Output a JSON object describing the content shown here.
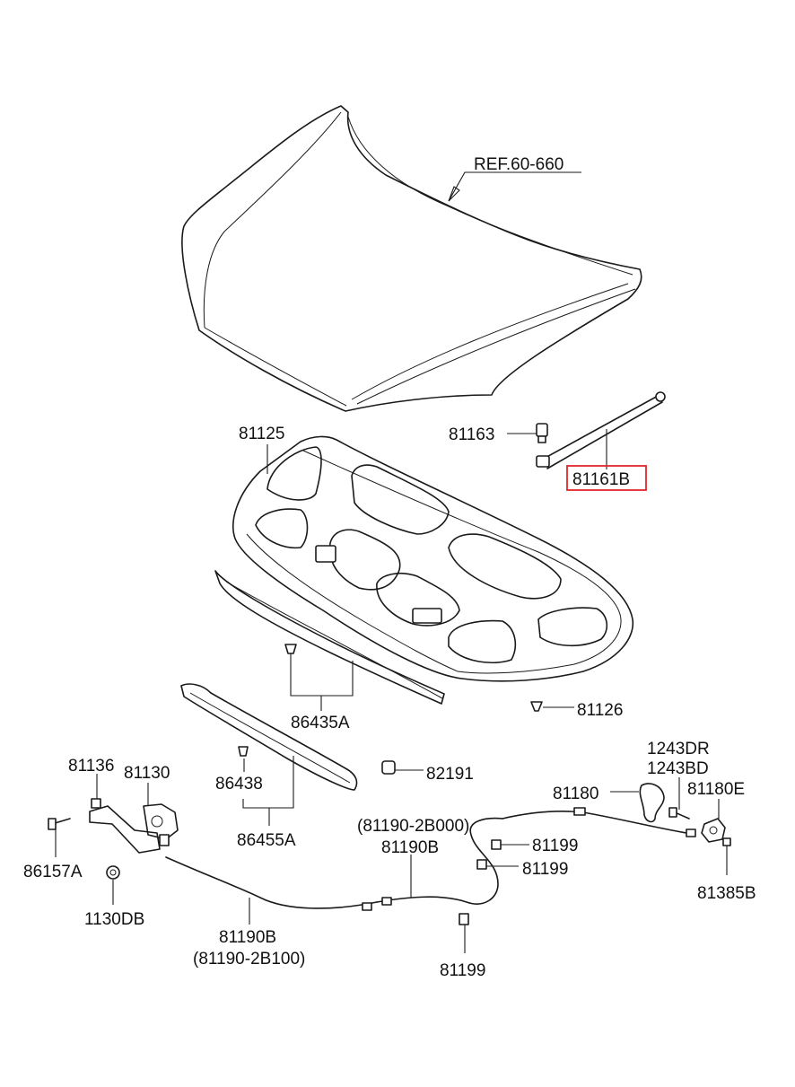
{
  "colors": {
    "line": "#1a1a1a",
    "highlight": "#e0262b",
    "background": "#ffffff"
  },
  "highlighted_part": "81161B",
  "labels": {
    "ref": "REF.60-660",
    "p81163": "81163",
    "p81161b": "81161B",
    "p81125": "81125",
    "p81126": "81126",
    "p86435a": "86435A",
    "p86438": "86438",
    "p86455a": "86455A",
    "p82191": "82191",
    "p81136": "81136",
    "p81130": "81130",
    "p86157a": "86157A",
    "p1130db": "1130DB",
    "p81190b_lower": "81190B",
    "p81190_2b100": "(81190-2B100)",
    "p81190_2b000": "(81190-2B000)",
    "p81190b_upper": "81190B",
    "p81199_a": "81199",
    "p81199_b": "81199",
    "p81199_c": "81199",
    "p1243dr": "1243DR",
    "p1243bd": "1243BD",
    "p81180": "81180",
    "p81180e": "81180E",
    "p81385b": "81385B"
  }
}
